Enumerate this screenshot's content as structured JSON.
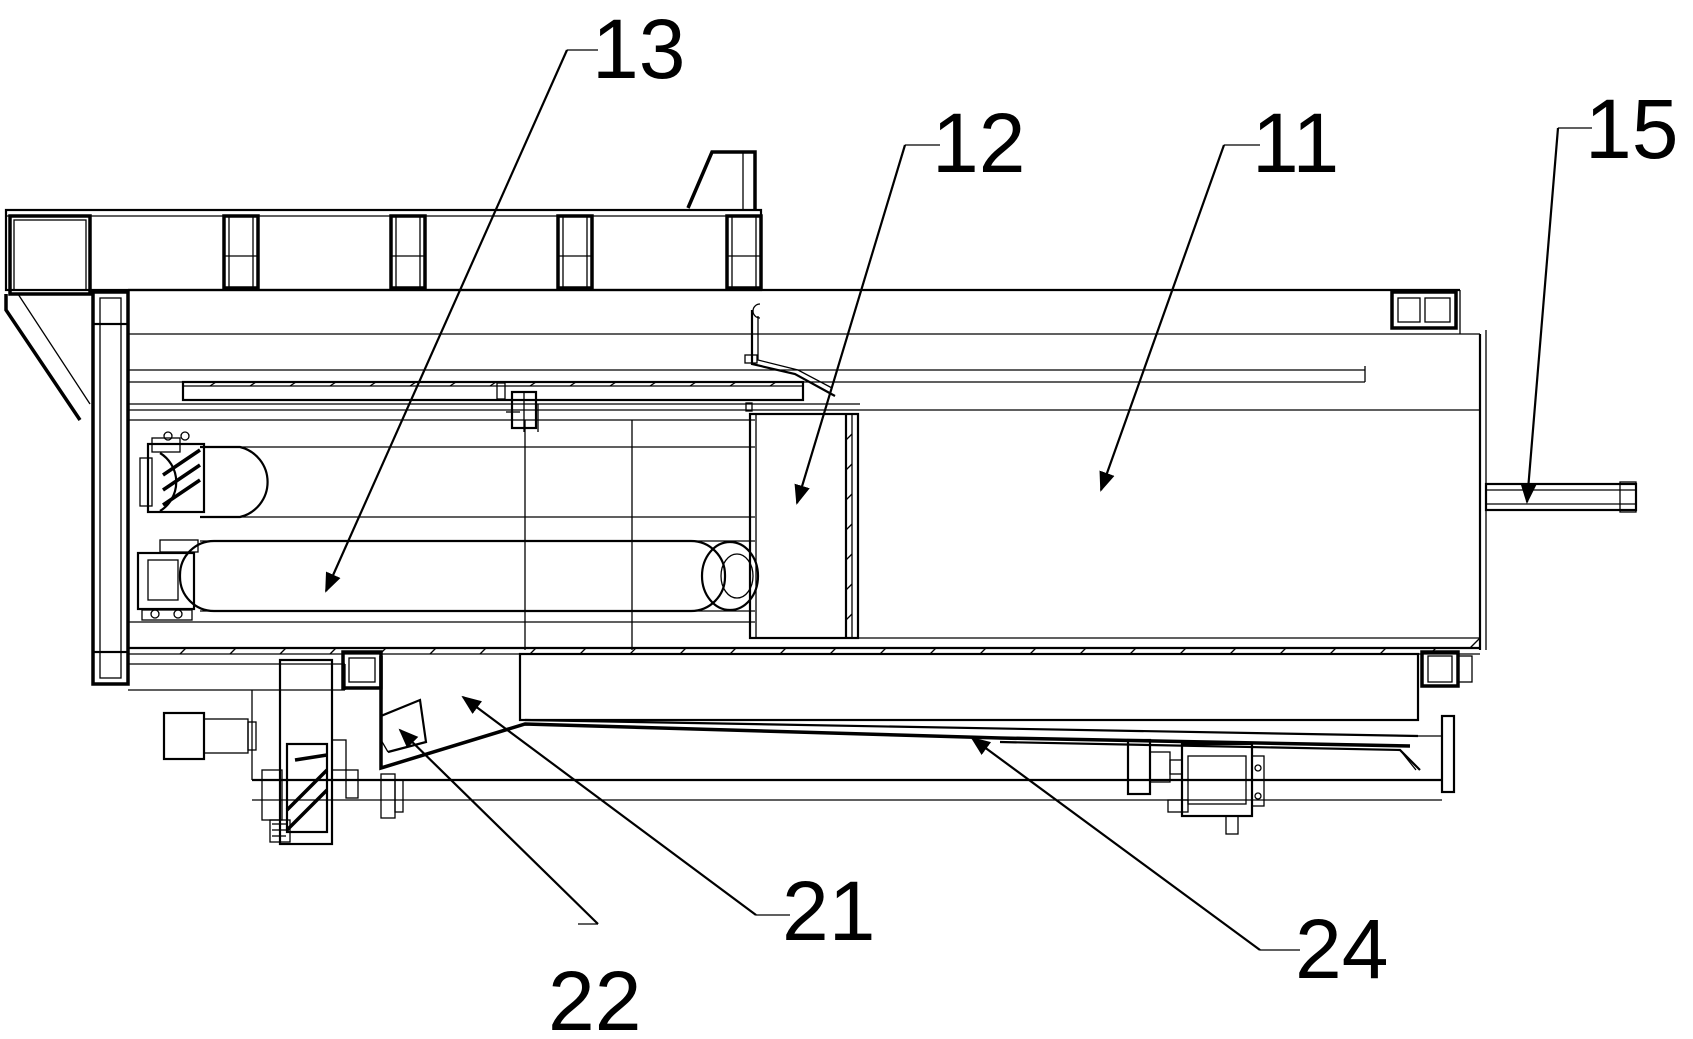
{
  "labels": {
    "l13": "13",
    "l12": "12",
    "l11": "11",
    "l15": "15",
    "l21": "21",
    "l22": "22",
    "l24": "24"
  }
}
